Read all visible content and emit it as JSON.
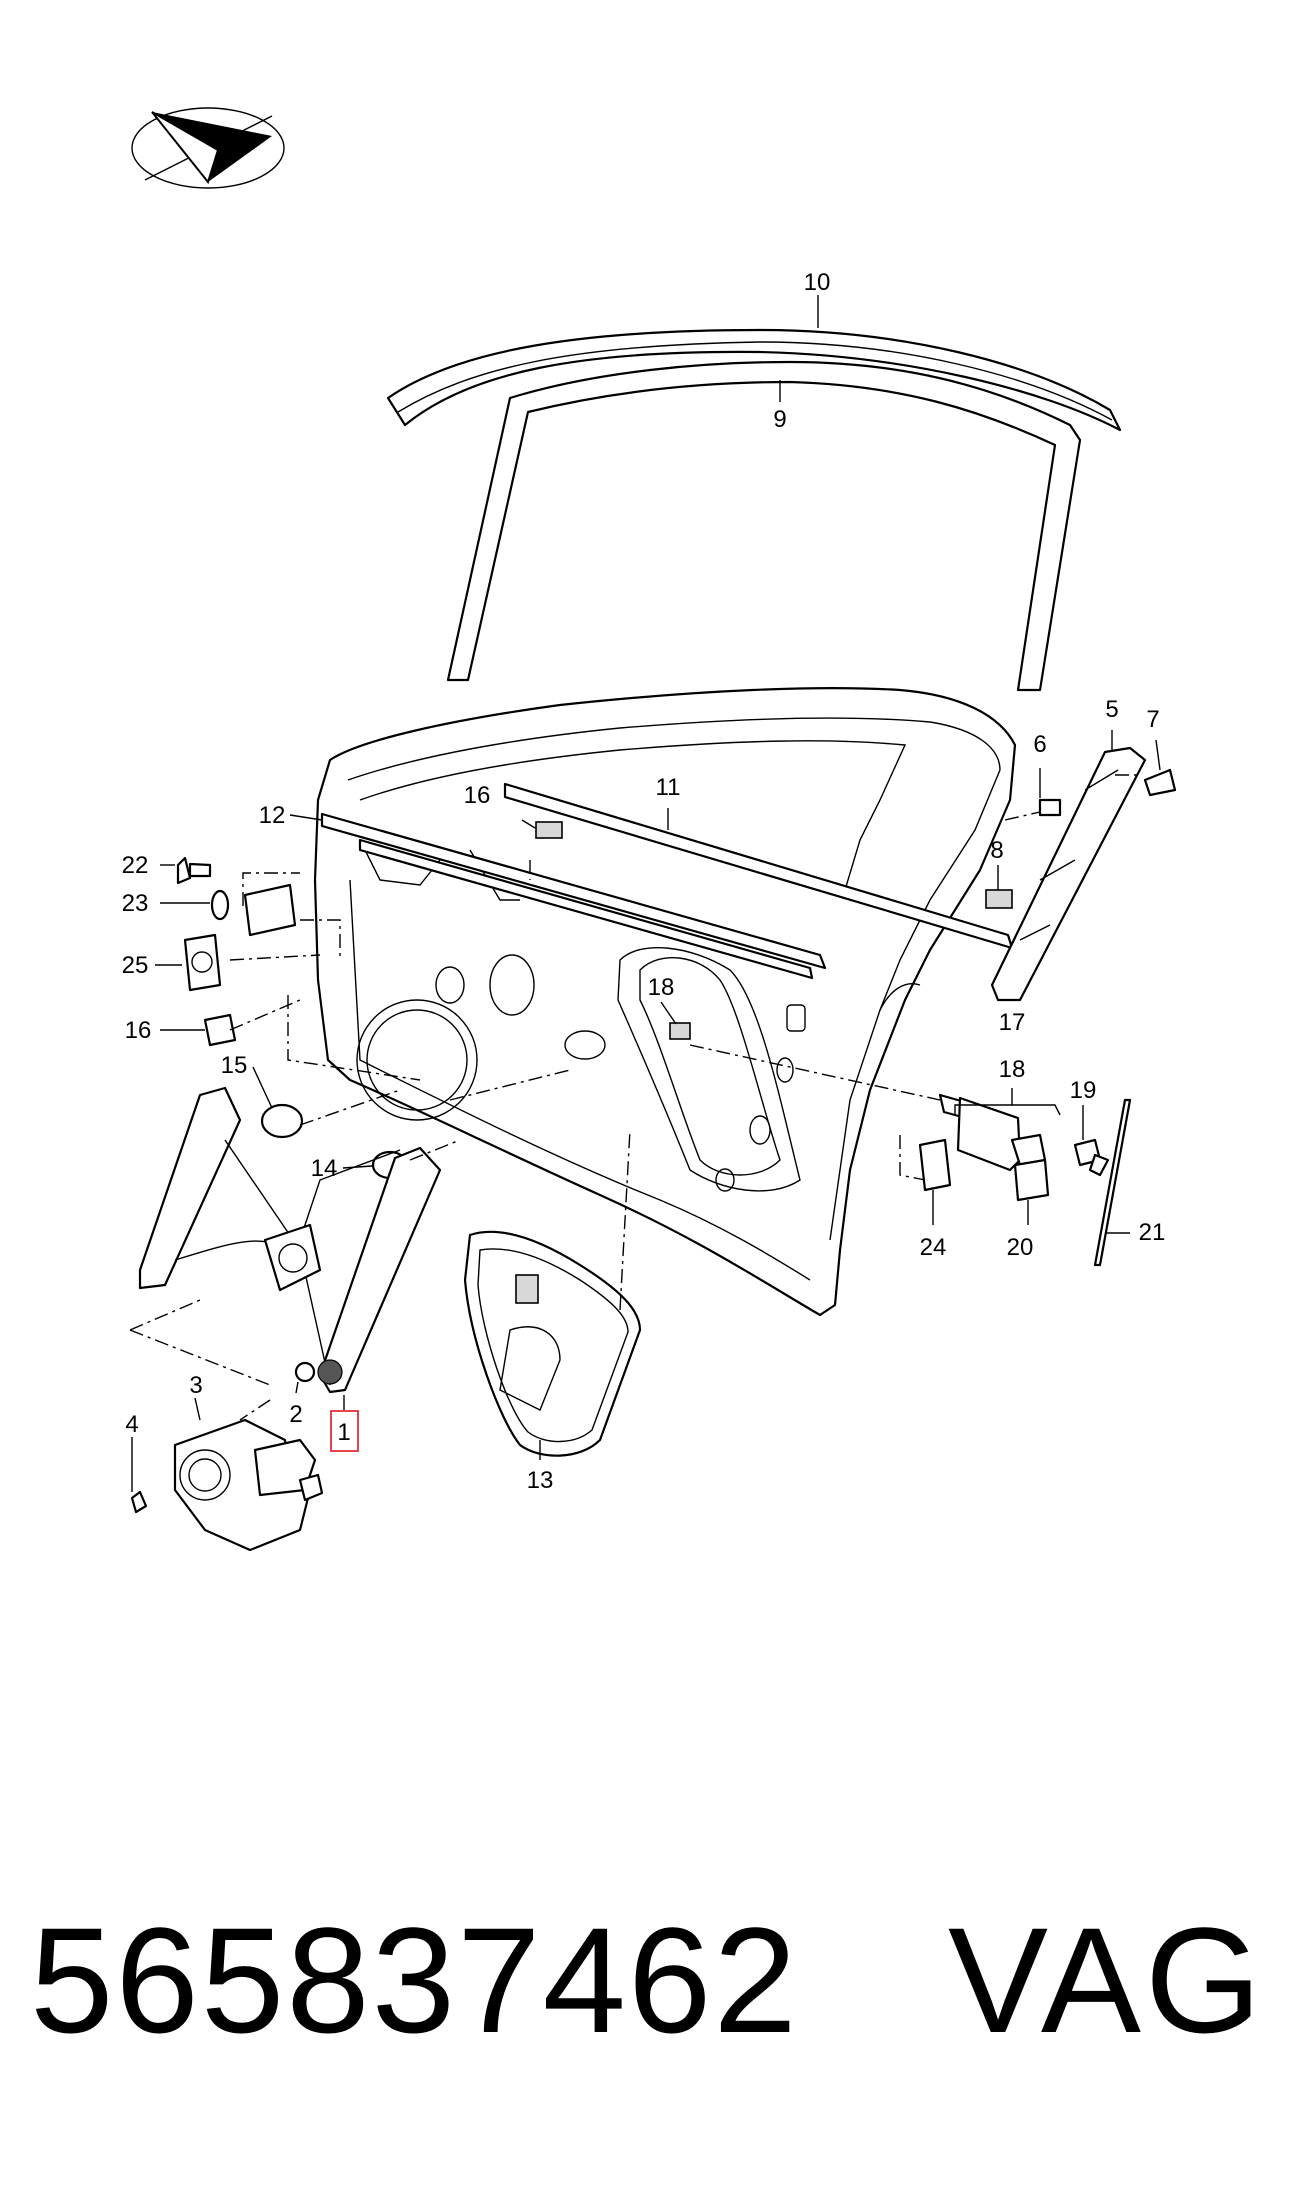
{
  "diagram": {
    "callouts": {
      "c1": "1",
      "c2": "2",
      "c3": "3",
      "c4": "4",
      "c5": "5",
      "c6": "6",
      "c7": "7",
      "c8": "8",
      "c9": "9",
      "c10": "10",
      "c11": "11",
      "c12": "12",
      "c13": "13",
      "c14": "14",
      "c15": "15",
      "c16a": "16",
      "c16b": "16",
      "c17": "17",
      "c18": "18",
      "c18b": "18",
      "c19": "19",
      "c20": "20",
      "c21": "21",
      "c22": "22",
      "c23": "23",
      "c24": "24",
      "c25": "25"
    },
    "highlighted_callout": "1",
    "highlight_color": "#e0303a",
    "logo": "paper-plane-logo"
  },
  "footer": {
    "part_number": "565837462",
    "brand": "VAG"
  }
}
